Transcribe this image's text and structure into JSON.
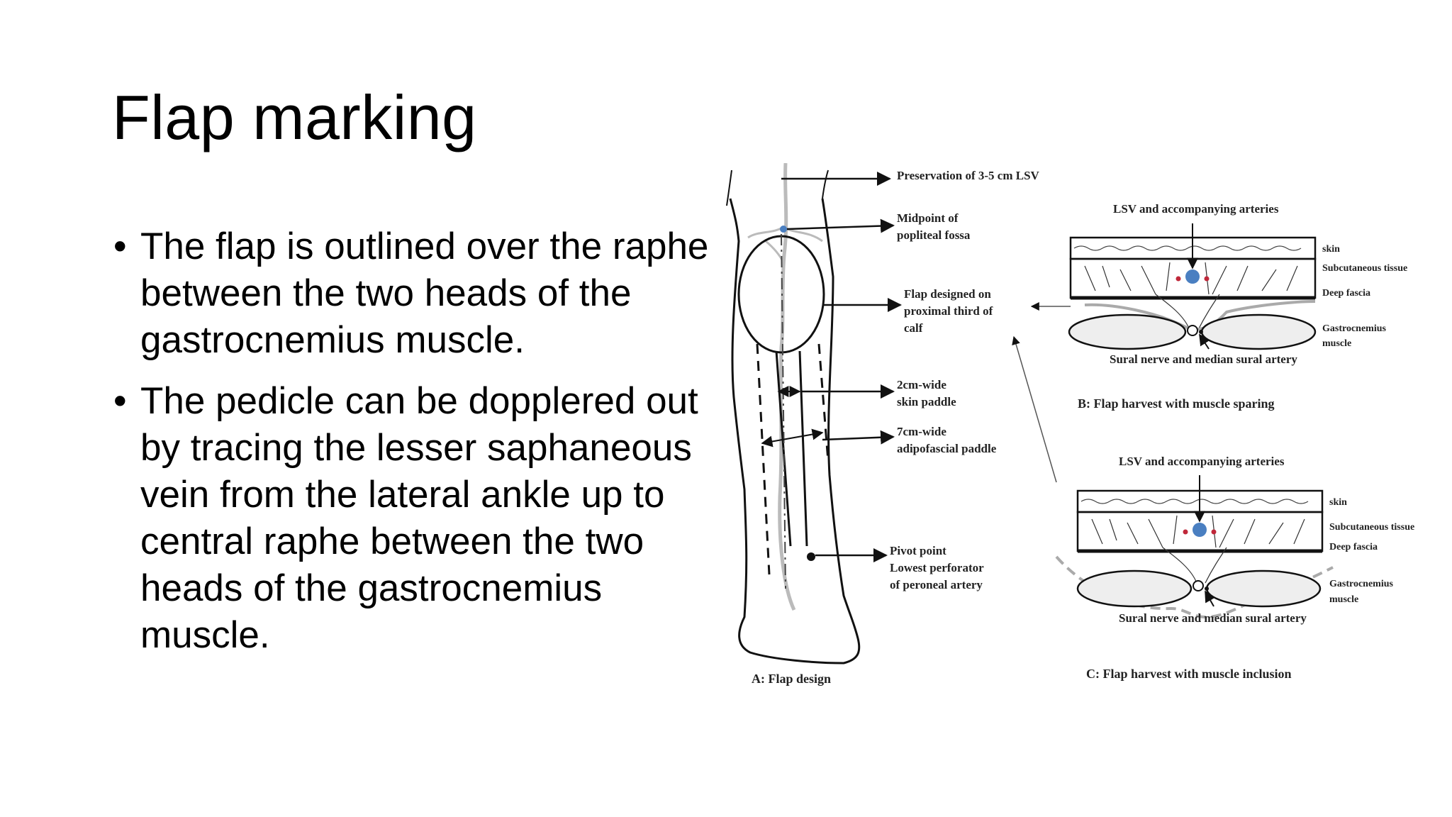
{
  "slide": {
    "title": "Flap marking",
    "bullets": [
      "The flap is outlined over the raphe between the two heads of the gastrocnemius muscle.",
      "The pedicle can be dopplered out by tracing the lesser saphaneous vein from the lateral ankle up to central raphe between the two heads of the gastrocnemius muscle."
    ]
  },
  "figure": {
    "panel_a": {
      "caption": "A: Flap design",
      "labels": {
        "lsv": "Preservation of 3-5 cm LSV",
        "midpoint_1": "Midpoint of",
        "midpoint_2": "popliteal fossa",
        "flap_1": "Flap  designed on",
        "flap_2": "proximal third of",
        "flap_3": "calf",
        "skin_1": "2cm-wide",
        "skin_2": "skin paddle",
        "adipo_1": "7cm-wide",
        "adipo_2": "adipofascial paddle",
        "pivot_1": "Pivot point",
        "pivot_2": "Lowest perforator",
        "pivot_3": "of peroneal artery"
      }
    },
    "panel_b": {
      "caption": "B: Flap harvest with muscle sparing",
      "top": "LSV and   accompanying arteries",
      "skin": "skin",
      "subcut": "Subcutaneous tissue",
      "deep": "Deep fascia",
      "gastro_1": "Gastrocnemius",
      "gastro_2": "muscle",
      "sural": "Sural nerve and median sural artery"
    },
    "panel_c": {
      "caption": "C: Flap harvest with muscle inclusion",
      "top": "LSV and   accompanying arteries",
      "skin": "skin",
      "subcut": "Subcutaneous tissue",
      "deep": "Deep fascia",
      "gastro_1": "Gastrocnemius",
      "gastro_2": "muscle",
      "sural": "Sural nerve and median sural artery"
    },
    "colors": {
      "vessel_blue": "#4a7fc1",
      "artery_red": "#c0283a",
      "line": "#111111",
      "gray": "#aaaaaa"
    }
  }
}
